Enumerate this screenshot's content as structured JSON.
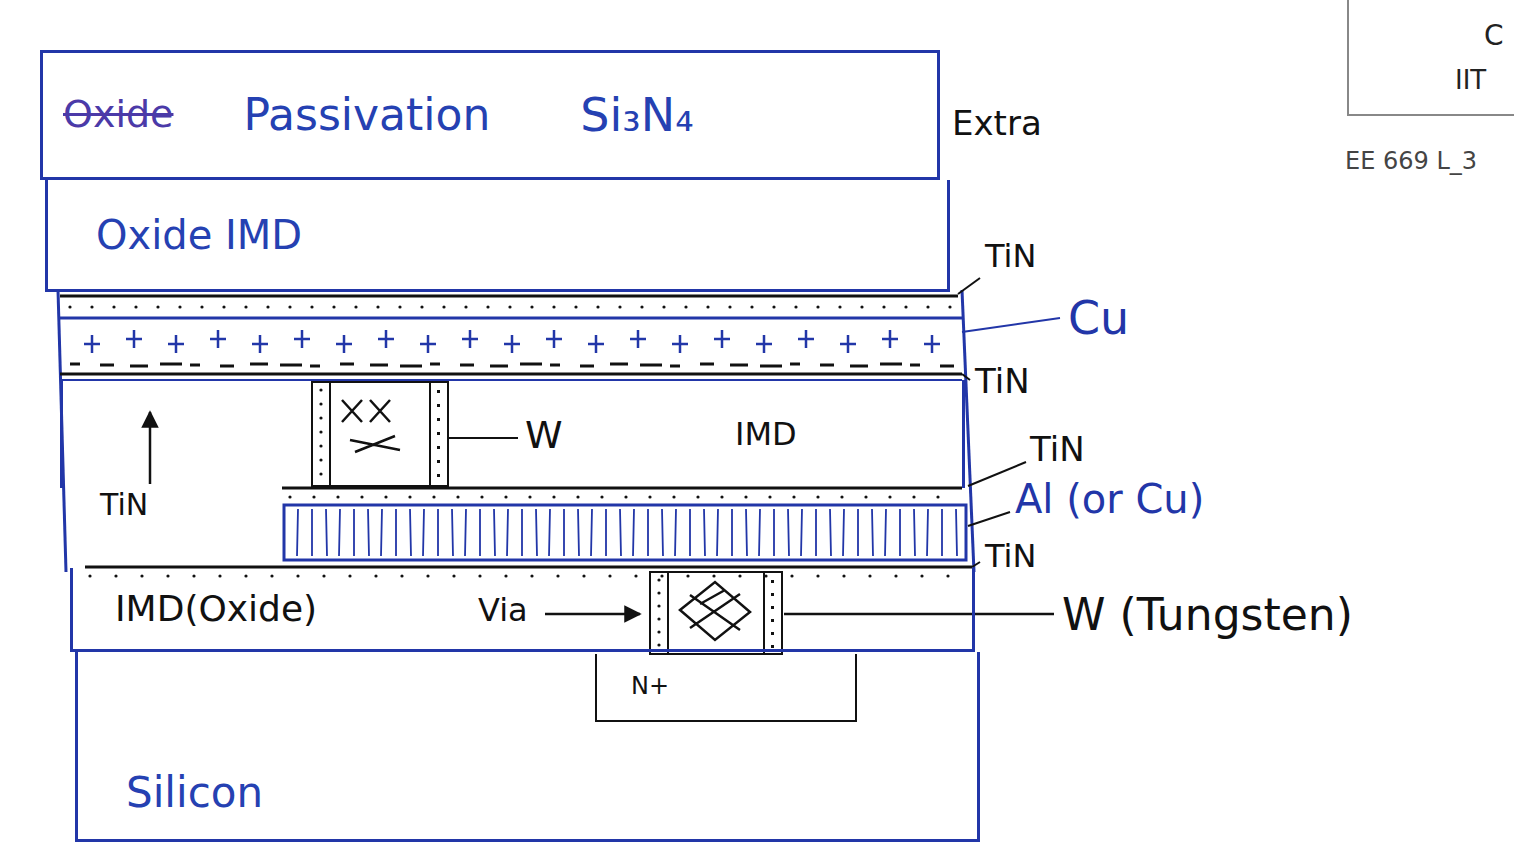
{
  "diagram": {
    "nodes": [
      {
        "text": [
          "Oxide",
          "Passivation",
          "Si₃N₄"
        ]
      },
      {
        "text": [
          "Oxide IMD"
        ]
      },
      {
        "text": [
          "IMD"
        ]
      },
      {
        "text": [
          "IMD(Oxide)"
        ]
      },
      {
        "text": [
          "Silicon"
        ]
      },
      {
        "text": [
          "N+"
        ],
        "in": 4
      }
    ],
    "labels": [
      "Extra",
      "TiN",
      "Cu",
      "TiN",
      "TiN",
      "W",
      "TiN",
      "Al (or Cu)",
      "TiN",
      "Via",
      "W (Tungsten)",
      "C",
      "IIT",
      "EE 669 L_3"
    ]
  }
}
